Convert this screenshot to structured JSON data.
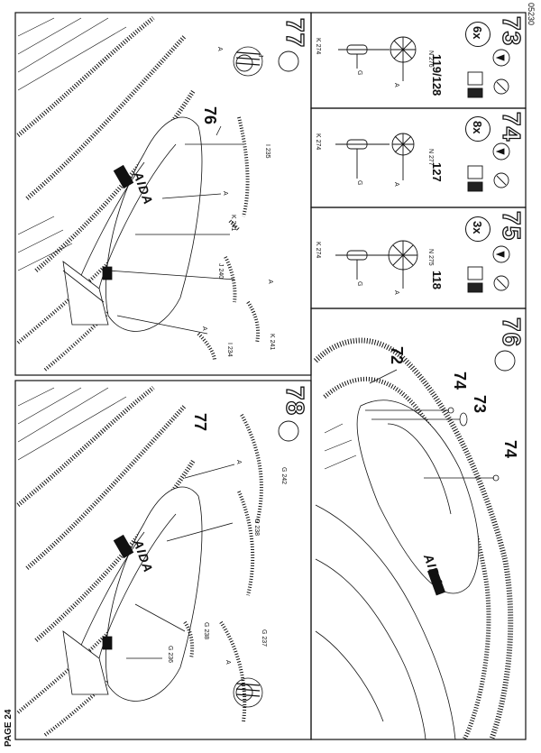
{
  "page": {
    "label": "PAGE 24",
    "code": "05230"
  },
  "steps": [
    {
      "number": "73",
      "count": "6x",
      "parts": [
        "119/128"
      ],
      "tags": [
        "K 274",
        "N 276",
        "G",
        "A"
      ]
    },
    {
      "number": "74",
      "count": "8x",
      "parts": [
        "127"
      ],
      "tags": [
        "K 274",
        "N 277",
        "G",
        "A"
      ]
    },
    {
      "number": "75",
      "count": "3x",
      "parts": [
        "118"
      ],
      "tags": [
        "K 274",
        "N 275",
        "G",
        "A"
      ]
    },
    {
      "number": "76",
      "parts": [
        "72",
        "74",
        "74",
        "73"
      ]
    },
    {
      "number": "77",
      "parts": [
        "76"
      ],
      "tags": [
        "I 235",
        "K 241",
        "J 240",
        "K 241",
        "I 234",
        "A",
        "A",
        "A",
        "A",
        "J"
      ]
    },
    {
      "number": "78",
      "parts": [
        "77"
      ],
      "tags": [
        "G 242",
        "G 238",
        "G 238",
        "G 236",
        "G 237",
        "A",
        "A"
      ]
    }
  ],
  "logos": [
    "AIDA",
    "AIDA",
    "AIDA"
  ],
  "icons": [
    "glue-tube-icon",
    "paint-jar-icon",
    "decal-water-icon",
    "finger-press-icon",
    "cut-icon"
  ]
}
